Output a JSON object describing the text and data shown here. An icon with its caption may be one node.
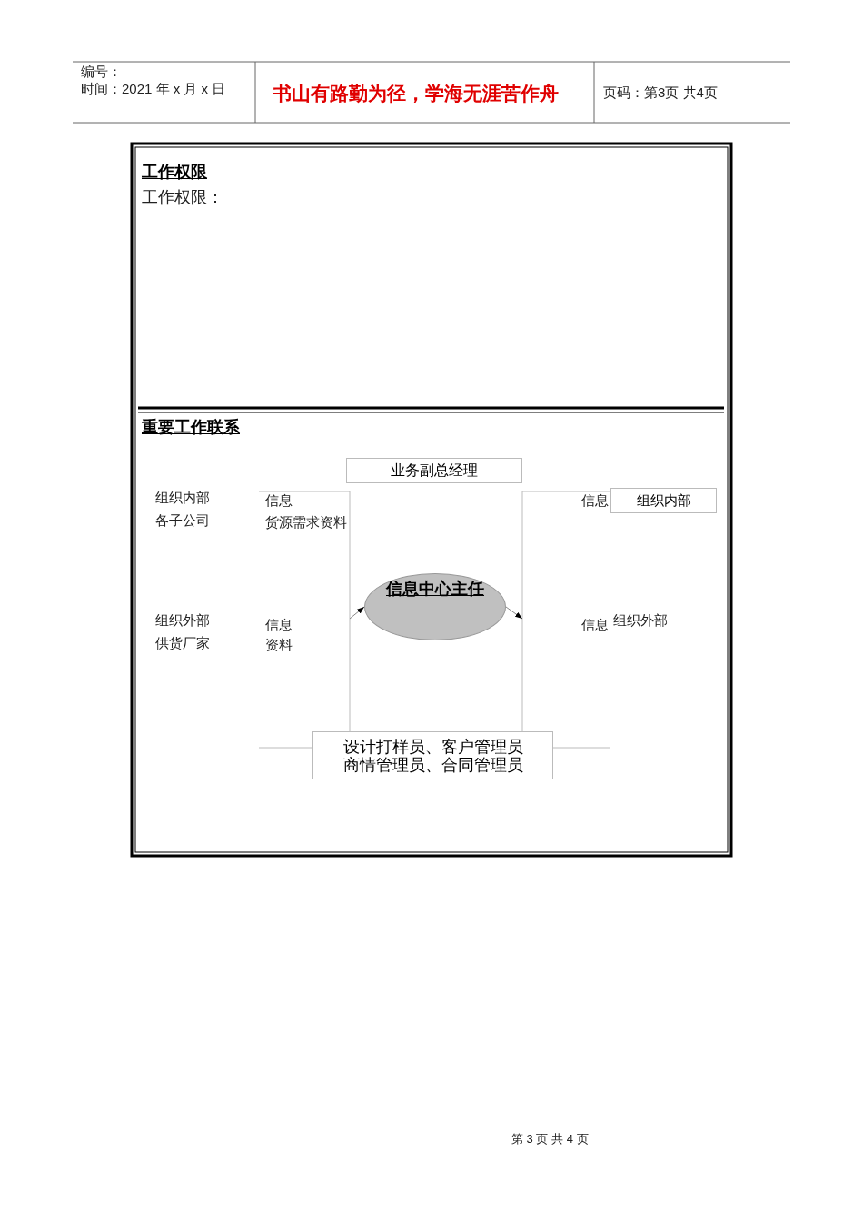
{
  "diagram": {
    "nodes": [
      {
        "text": [
          "业务副总经理"
        ]
      },
      {
        "text": [
          "信息中心主任"
        ]
      },
      {
        "text": [
          "组织内部"
        ]
      },
      {
        "text": [
          "设计打样员、客户管理员商情管理员、合同管理员"
        ]
      }
    ],
    "edges": [
      {
        "from": null,
        "to": 1,
        "arrow": "to"
      },
      {
        "from": 1,
        "to": null,
        "arrow": "to"
      }
    ],
    "labels": [
      "编号：",
      "时间：2021 年 x 月 x 日",
      "书山有路勤为径，学海无涯苦作舟",
      "页码：第3页 共4页",
      "工作权限",
      "工作权限：",
      "重要工作联系",
      "组织内部",
      "信息",
      "信息",
      "各子公司",
      "货源需求资料",
      "组织外部",
      "信息",
      "信息",
      "组织外部",
      "供货厂家",
      "资料",
      "第 3 页 共 4 页"
    ]
  }
}
